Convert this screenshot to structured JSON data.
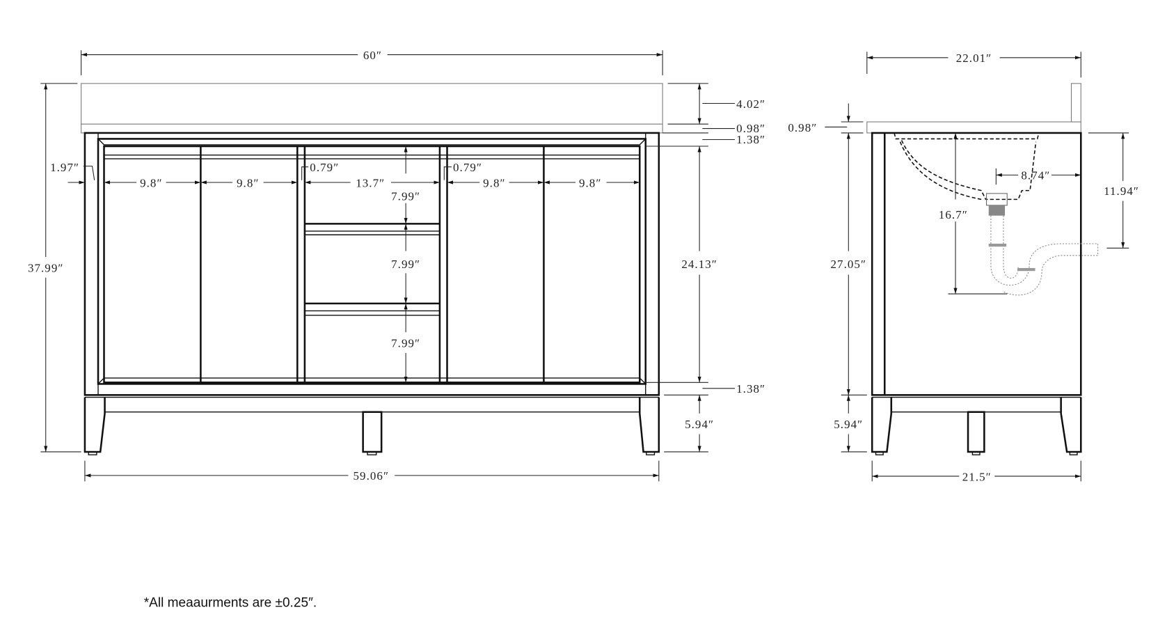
{
  "front_view": {
    "overall_width": "60″",
    "overall_height": "37.99″",
    "base_width": "59.06″",
    "stile_width": "1.97″",
    "door_widths": [
      "9.8″",
      "9.8″",
      "13.7″",
      "9.8″",
      "9.8″"
    ],
    "divider_widths": [
      "0.79″",
      "0.79″"
    ],
    "drawer_heights": [
      "7.99″",
      "7.99″",
      "7.99″"
    ],
    "backsplash_height": "4.02″",
    "top_thickness": "0.98″",
    "top_rail": "1.38″",
    "door_height": "24.13″",
    "bottom_rail": "1.38″",
    "leg_height": "5.94″"
  },
  "side_view": {
    "top_depth": "22.01″",
    "top_thickness": "0.98″",
    "body_height": "27.05″",
    "leg_height": "5.94″",
    "base_depth": "21.5″",
    "drain_offset": "8.74″",
    "sink_depth": "16.7″",
    "trap_height": "11.94″"
  },
  "footnote": "*All meaaurments are ±0.25″."
}
